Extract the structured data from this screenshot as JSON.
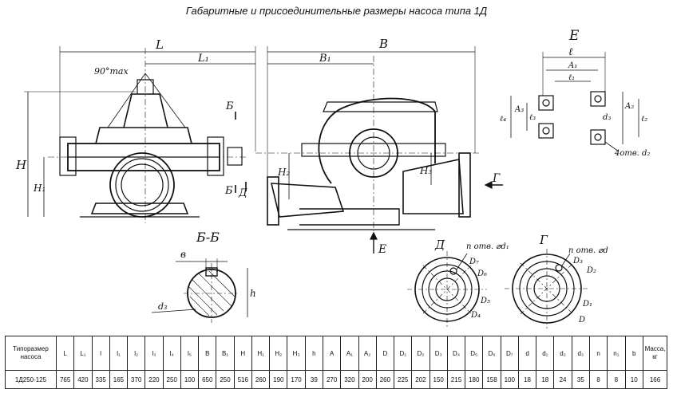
{
  "title": "Габаритные и присоединительные размеры насоса типа 1Д",
  "views": {
    "front": {
      "dim_L": "L",
      "dim_L1": "L₁",
      "angle": "90°max",
      "dim_H": "H",
      "dim_H1": "H₁",
      "cut_b_top": "Б",
      "cut_b_bottom": "Б",
      "cut_d": "Д"
    },
    "side": {
      "dim_B": "B",
      "dim_B1": "B₁",
      "dim_H2": "H₂",
      "dim_H3": "H₃",
      "arrow_g": "Г",
      "arrow_e": "E"
    },
    "view_e": {
      "title": "E",
      "dim_l": "ℓ",
      "dim_A1": "A₁",
      "dim_l1": "ℓ₁",
      "dim_A3": "A₃",
      "dim_l3": "ℓ₃",
      "dim_l4": "ℓ₄",
      "dim_A2": "A₂",
      "dim_l2": "ℓ₂",
      "dim_d3": "d₃",
      "holes": "4отв. d₂"
    },
    "section_bb": {
      "title": "Б-Б",
      "dim_b": "в",
      "dim_h": "h",
      "dim_d3": "d₃"
    },
    "flange_d": {
      "title": "Д",
      "holes": "n отв. ⌀d₁",
      "D7": "D₇",
      "D6": "D₆",
      "D5": "D₅",
      "D4": "D₄"
    },
    "flange_g": {
      "title": "Г",
      "holes": "n отв. ⌀d",
      "D3": "D₃",
      "D2": "D₂",
      "D1": "D₁",
      "D": "D"
    }
  },
  "table": {
    "headers": [
      "Типоразмер насоса",
      "L",
      "L₁",
      "l",
      "l₁",
      "l₂",
      "l₃",
      "l₄",
      "l₅",
      "B",
      "B₁",
      "H",
      "H₁",
      "H₂",
      "H₃",
      "h",
      "A",
      "A₁",
      "A₂",
      "D",
      "D₁",
      "D₂",
      "D₃",
      "D₄",
      "D₅",
      "D₆",
      "D₇",
      "d",
      "d₁",
      "d₂",
      "d₃",
      "n",
      "n₁",
      "b",
      "Масса, кг"
    ],
    "rows": [
      [
        "1Д250-125",
        "765",
        "420",
        "335",
        "165",
        "370",
        "220",
        "250",
        "100",
        "650",
        "250",
        "516",
        "260",
        "190",
        "170",
        "39",
        "270",
        "320",
        "200",
        "260",
        "225",
        "202",
        "150",
        "215",
        "180",
        "158",
        "100",
        "18",
        "18",
        "24",
        "35",
        "8",
        "8",
        "10",
        "166"
      ]
    ]
  }
}
